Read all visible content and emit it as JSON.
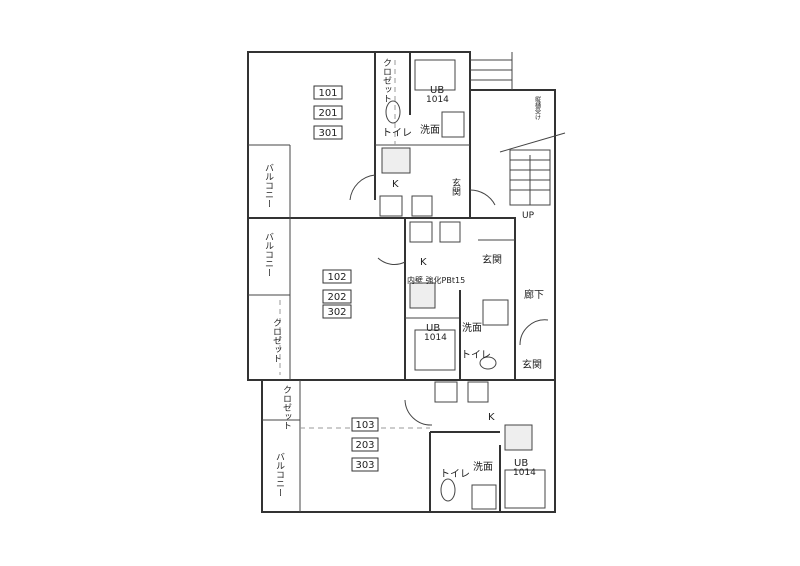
{
  "units": [
    {
      "numbers": [
        "101",
        "201",
        "301"
      ],
      "rooms": {
        "closet": "クロゼット",
        "bath": "UB",
        "bath_size": "1014",
        "toilet": "トイレ",
        "washroom": "洗面",
        "kitchen": "K",
        "entrance": "玄関",
        "balcony": "バルコニー"
      }
    },
    {
      "numbers": [
        "102",
        "202",
        "302"
      ],
      "rooms": {
        "closet": "クロゼット",
        "bath": "UB",
        "bath_size": "1014",
        "toilet": "トイレ",
        "washroom": "洗面",
        "kitchen": "K",
        "entrance": "玄関",
        "balcony": "バルコニー",
        "wall_note": "内壁 強化PBt15"
      }
    },
    {
      "numbers": [
        "103",
        "203",
        "303"
      ],
      "rooms": {
        "closet": "クロゼット",
        "bath": "UB",
        "bath_size": "1014",
        "toilet": "トイレ",
        "washroom": "洗面",
        "kitchen": "K",
        "balcony": "バルコニー"
      }
    }
  ],
  "common": {
    "corridor": "廊下",
    "entrance": "玄関",
    "stairs": "UP",
    "downspout": "縦樋受け"
  }
}
